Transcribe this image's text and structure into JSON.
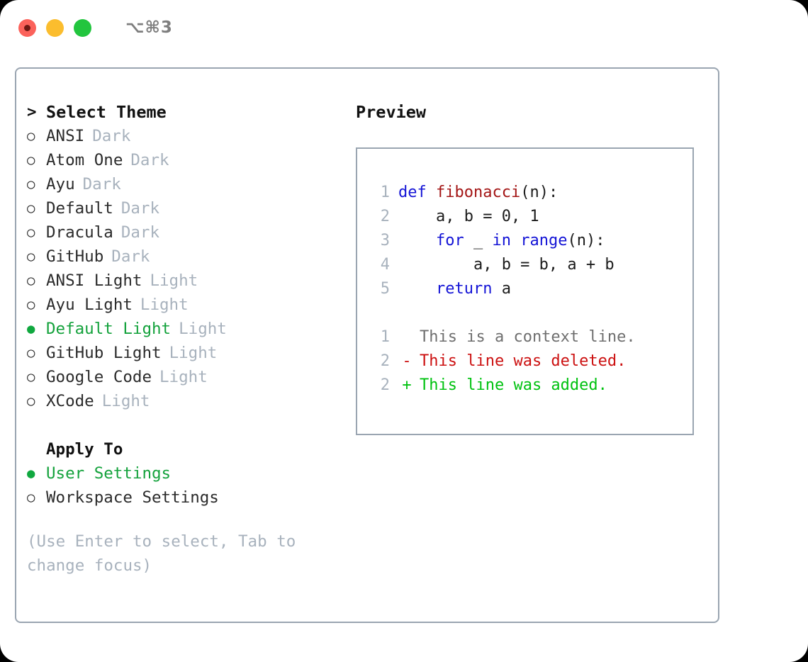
{
  "window": {
    "shortcut": "⌥⌘3",
    "buttons": {
      "close": "close-button",
      "minimize": "minimize-button",
      "maximize": "maximize-button"
    }
  },
  "theme_list": {
    "header_marker": ">",
    "header": "Select Theme",
    "marker_selected": "●",
    "marker_unselected": "○",
    "items": [
      {
        "marker": "○",
        "label": "ANSI",
        "tag": "Dark",
        "selected": false
      },
      {
        "marker": "○",
        "label": "Atom One",
        "tag": "Dark",
        "selected": false
      },
      {
        "marker": "○",
        "label": "Ayu",
        "tag": "Dark",
        "selected": false
      },
      {
        "marker": "○",
        "label": "Default",
        "tag": "Dark",
        "selected": false
      },
      {
        "marker": "○",
        "label": "Dracula",
        "tag": "Dark",
        "selected": false
      },
      {
        "marker": "○",
        "label": "GitHub",
        "tag": "Dark",
        "selected": false
      },
      {
        "marker": "○",
        "label": "ANSI Light",
        "tag": "Light",
        "selected": false
      },
      {
        "marker": "○",
        "label": "Ayu Light",
        "tag": "Light",
        "selected": false
      },
      {
        "marker": "●",
        "label": "Default Light",
        "tag": "Light",
        "selected": true
      },
      {
        "marker": "○",
        "label": "GitHub Light",
        "tag": "Light",
        "selected": false
      },
      {
        "marker": "○",
        "label": "Google Code",
        "tag": "Light",
        "selected": false
      },
      {
        "marker": "○",
        "label": "XCode",
        "tag": "Light",
        "selected": false
      }
    ]
  },
  "apply_to": {
    "header": "Apply To",
    "items": [
      {
        "marker": "●",
        "label": "User Settings",
        "selected": true
      },
      {
        "marker": "○",
        "label": "Workspace Settings",
        "selected": false
      }
    ]
  },
  "hint": "(Use Enter to select, Tab to change focus)",
  "preview": {
    "title": "Preview",
    "code_lines": [
      {
        "num": "1",
        "segments": [
          {
            "t": "def ",
            "c": "kw"
          },
          {
            "t": "fibonacci",
            "c": "fn"
          },
          {
            "t": "(n):",
            "c": "plain"
          }
        ]
      },
      {
        "num": "2",
        "segments": [
          {
            "t": "    a, b = 0, 1",
            "c": "plain"
          }
        ]
      },
      {
        "num": "3",
        "segments": [
          {
            "t": "    ",
            "c": "plain"
          },
          {
            "t": "for",
            "c": "kw"
          },
          {
            "t": " _ ",
            "c": "plain"
          },
          {
            "t": "in",
            "c": "kw"
          },
          {
            "t": " ",
            "c": "plain"
          },
          {
            "t": "range",
            "c": "kw"
          },
          {
            "t": "(n):",
            "c": "plain"
          }
        ]
      },
      {
        "num": "4",
        "segments": [
          {
            "t": "        a, b = b, a + b",
            "c": "plain"
          }
        ]
      },
      {
        "num": "5",
        "segments": [
          {
            "t": "    ",
            "c": "plain"
          },
          {
            "t": "return",
            "c": "kw"
          },
          {
            "t": " a",
            "c": "plain"
          }
        ]
      }
    ],
    "diff_lines": [
      {
        "num": "1",
        "mark": " ",
        "text": "This is a context line.",
        "kind": "ctx"
      },
      {
        "num": "2",
        "mark": "-",
        "text": "This line was deleted.",
        "kind": "del"
      },
      {
        "num": "2",
        "mark": "+",
        "text": "This line was added.",
        "kind": "add"
      }
    ]
  },
  "colors": {
    "accent_green": "#14a23c",
    "muted": "#a8b2bd",
    "border": "#9aa5b1",
    "keyword": "#1414d6",
    "function": "#a31515",
    "diff_deleted": "#cc1111",
    "diff_added": "#00c210",
    "close": "#fb625b",
    "minimize": "#fbbd2e",
    "maximize": "#22c53e"
  }
}
